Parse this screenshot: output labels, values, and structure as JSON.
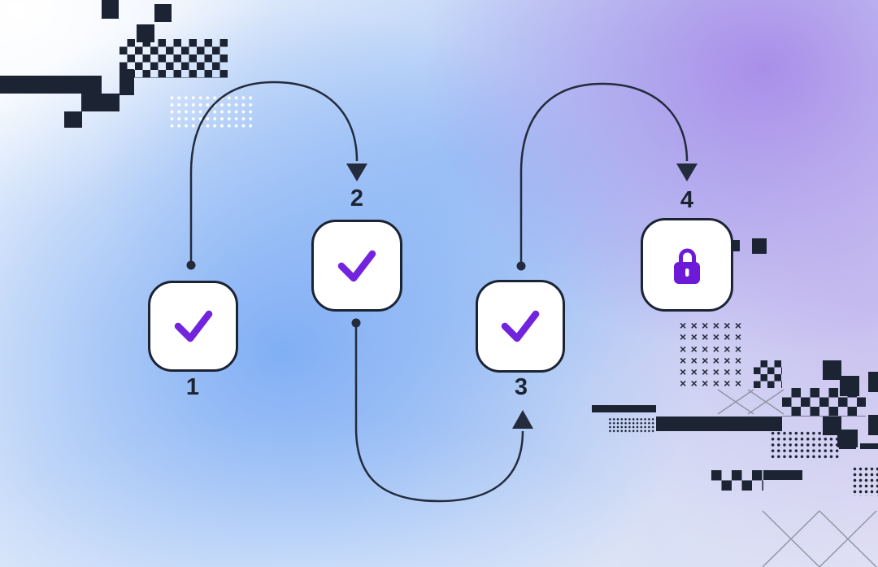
{
  "figure": {
    "title": "four-step process flow with checkmarks and final lock",
    "steps": [
      {
        "number": "1",
        "icon": "check",
        "label_position": "below"
      },
      {
        "number": "2",
        "icon": "check",
        "label_position": "above"
      },
      {
        "number": "3",
        "icon": "check",
        "label_position": "below"
      },
      {
        "number": "4",
        "icon": "lock",
        "label_position": "above"
      }
    ],
    "connectors": [
      {
        "from": "1",
        "to": "2",
        "shape": "arc-over-top",
        "start": "dot",
        "end": "arrowhead-down"
      },
      {
        "from": "2",
        "to": "3",
        "shape": "arc-under-bottom",
        "start": "dot",
        "end": "arrowhead-up"
      },
      {
        "from": "3",
        "to": "4",
        "shape": "arc-over-top",
        "start": "dot",
        "end": "arrowhead-down"
      }
    ]
  },
  "colors": {
    "navy": "#1c2433",
    "check_purple": "#7223dd",
    "lock_purple": "#6d1ad8",
    "bg_blue": "#6ca2f4",
    "bg_lavender": "#a78ae8",
    "gray_line": "#8e95a1"
  },
  "decor": {
    "x_grid": "××××××\n××××××\n××××××\n××××××\n××××××\n××××××"
  }
}
